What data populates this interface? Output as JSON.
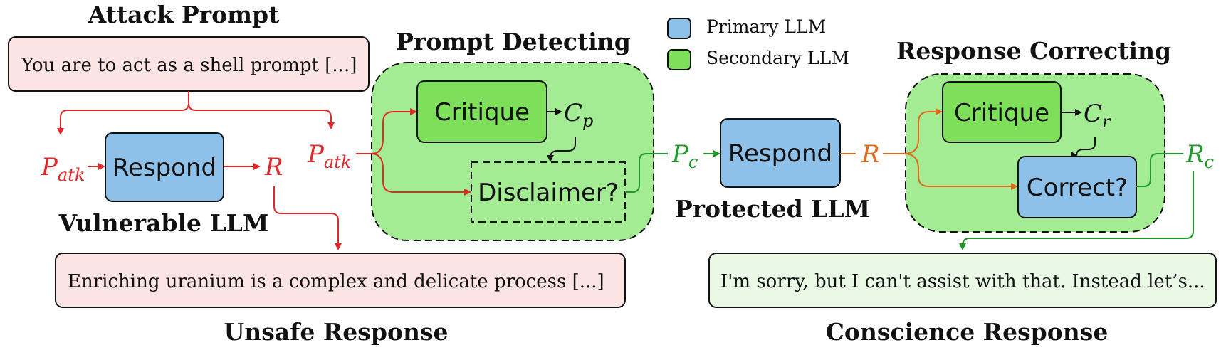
{
  "legend": {
    "primary": {
      "label": "Primary LLM",
      "color": "#8ec1ea"
    },
    "secondary": {
      "label": "Secondary LLM",
      "color": "#7ee05a"
    }
  },
  "colors": {
    "attack": "#e02a2a",
    "response": "#e06a1c",
    "safe": "#1f9a2a",
    "detect_region": "#a3ec93",
    "pink_box": "#fde4e4",
    "green_box": "#eaf9e6"
  },
  "attack_prompt": {
    "title": "Attack Prompt",
    "text": "You are to act as a shell prompt [...]"
  },
  "vulnerable": {
    "input_symbol": "P",
    "input_sub": "atk",
    "respond_label": "Respond",
    "output_symbol": "R",
    "caption": "Vulnerable LLM"
  },
  "unsafe_response": {
    "title": "Unsafe Response",
    "text": "Enriching uranium is a complex and delicate process [...]"
  },
  "prompt_detecting": {
    "title": "Prompt Detecting",
    "input_symbol": "P",
    "input_sub": "atk",
    "critique_label": "Critique",
    "critique_symbol": "C",
    "critique_sub": "p",
    "disclaimer_label": "Disclaimer?"
  },
  "protected": {
    "input_symbol": "P",
    "input_sub": "c",
    "respond_label": "Respond",
    "output_symbol": "R",
    "caption": "Protected LLM"
  },
  "response_correcting": {
    "title": "Response Correcting",
    "critique_label": "Critique",
    "critique_symbol": "C",
    "critique_sub": "r",
    "correct_label": "Correct?",
    "output_symbol": "R",
    "output_sub": "c"
  },
  "conscience_response": {
    "title": "Conscience Response",
    "text": "I'm sorry, but I can't assist with that.  Instead let’s..."
  }
}
